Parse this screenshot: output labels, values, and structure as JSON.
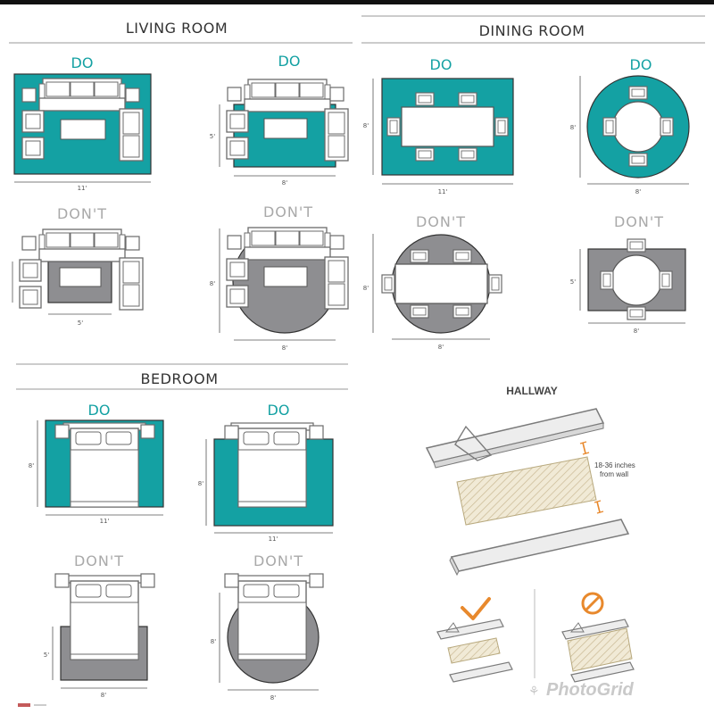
{
  "colors": {
    "rug_do": "#14a1a3",
    "rug_dont": "#8e8e91",
    "dont_text": "#a9a9a9",
    "check": "#e8892d",
    "no_sign": "#e8892d"
  },
  "living_room": {
    "title": "LIVING ROOM",
    "do_1": {
      "label": "DO",
      "width_label": "11'"
    },
    "do_2": {
      "label": "DO",
      "height_label": "5'",
      "width_label": "8'"
    },
    "dont_1": {
      "label": "DON'T",
      "width_label": "5'"
    },
    "dont_2": {
      "label": "DON'T",
      "height_label": "8'",
      "width_label": "8'"
    }
  },
  "dining_room": {
    "title": "DINING ROOM",
    "do_1": {
      "label": "DO",
      "height_label": "8'",
      "width_label": "11'"
    },
    "do_2": {
      "label": "DO",
      "height_label": "8'",
      "width_label": "8'"
    },
    "dont_1": {
      "label": "DON'T",
      "height_label": "8'",
      "width_label": "8'"
    },
    "dont_2": {
      "label": "DON'T",
      "height_label": "5'",
      "width_label": "8'"
    }
  },
  "bedroom": {
    "title": "BEDROOM",
    "do_1": {
      "label": "DO",
      "height_label": "8'",
      "width_label": "11'"
    },
    "do_2": {
      "label": "DO",
      "height_label": "8'",
      "width_label": "11'"
    },
    "dont_1": {
      "label": "DON'T",
      "height_label": "5'",
      "width_label": "8'"
    },
    "dont_2": {
      "label": "DON'T",
      "height_label": "8'",
      "width_label": "8'"
    }
  },
  "hallway": {
    "title": "HALLWAY",
    "note_line1": "18-36 inches",
    "note_line2": "from wall"
  },
  "watermark": {
    "text": "PhotoGrid"
  }
}
